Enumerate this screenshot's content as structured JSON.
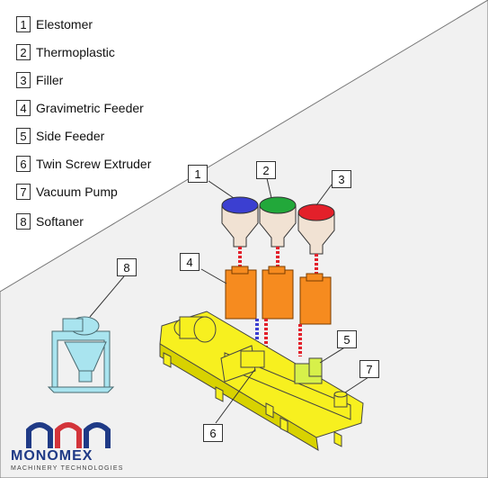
{
  "legend": [
    {
      "num": "1",
      "label": "Elestomer"
    },
    {
      "num": "2",
      "label": "Thermoplastic"
    },
    {
      "num": "3",
      "label": "Filler"
    },
    {
      "num": "4",
      "label": "Gravimetric Feeder"
    },
    {
      "num": "5",
      "label": "Side Feeder"
    },
    {
      "num": "6",
      "label": "Twin Screw Extruder"
    },
    {
      "num": "7",
      "label": "Vacuum Pump"
    },
    {
      "num": "8",
      "label": "Softaner"
    }
  ],
  "callouts": [
    "1",
    "2",
    "3",
    "4",
    "5",
    "6",
    "7",
    "8"
  ],
  "brand": {
    "name": "MONOMEX",
    "tagline": "MACHINERY TECHNOLOGIES"
  },
  "colors": {
    "hopper_1": "#3b3fd1",
    "hopper_2": "#22a83a",
    "hopper_3": "#e3202a",
    "feeder": "#f68b1f",
    "extruder": "#f7f01f",
    "softener": "#a9e4ef",
    "brand": "#1f3a86",
    "floor": "#f1f1f1"
  }
}
